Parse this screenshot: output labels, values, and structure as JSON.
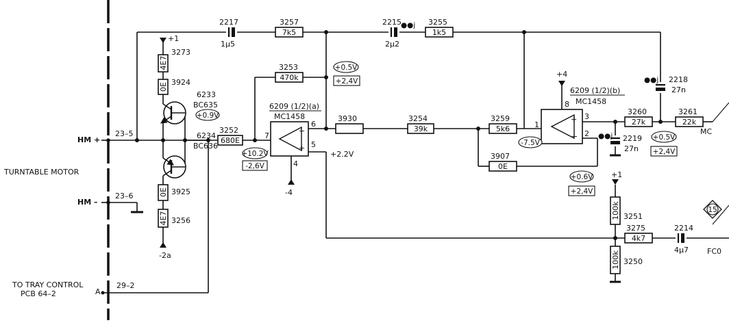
{
  "labels": {
    "c2217": "2217",
    "c2217_val": "1µ5",
    "r3257": "3257",
    "r3257_val": "7k5",
    "c2215": "2215",
    "c2215_mark": "●●j",
    "c2215_val": "2µ2",
    "r3255": "3255",
    "r3255_val": "1k5",
    "r3273": "3273",
    "r3273_val": "4E7",
    "plus1_top": "+1",
    "r3924": "3924",
    "r3924_val": "0E",
    "q6233": "6233",
    "q6233_type": "BC635",
    "q6234": "6234",
    "q6234_type": "BC636",
    "v_q_emitter": "+0.9V",
    "r3253": "3253",
    "r3253_val": "470k",
    "v_05_a": "+0.5V",
    "v_24_a": "+2,4V",
    "ic_a_ref": "6209 (1/2)(a)",
    "ic_a_type": "MC1458",
    "pin7": "7",
    "pin6": "6",
    "pin5": "5",
    "pin4": "4",
    "v_102": "+10.2V",
    "v_26": "-2,6V",
    "minus4": "-4",
    "v_22": "+2.2V",
    "r3252": "3252",
    "r3252_val": "680E",
    "r3930": "3930",
    "r3254": "3254",
    "r3254_val": "39k",
    "r3259": "3259",
    "r3259_val": "5k6",
    "v_75": "-7.5V",
    "r3907": "3907",
    "r3907_val": "0E",
    "plus4": "+4",
    "ic_b_ref": "6209 (1/2)(b)",
    "ic_b_type": "MC1458",
    "pin8": "8",
    "pin1": "1",
    "pin3": "3",
    "pin2": "2",
    "v_06": "+0.6V",
    "v_24_b": "+2,4V",
    "c2218": "2218",
    "c2218_mark": "●●j",
    "c2218_val": "27n",
    "r3260": "3260",
    "r3260_val": "27k",
    "c2219": "2219",
    "c2219_mark": "●●j",
    "c2219_val": "27n",
    "r3261": "3261",
    "r3261_val": "22k",
    "v_05_b": "+0.5V",
    "v_24_c": "+2,4V",
    "mc_out": "MC",
    "plus1_bot": "+1",
    "r3251": "3251",
    "r3251_val": "100k",
    "r3250": "3250",
    "r3250_val": "100k",
    "r3275": "3275",
    "r3275_val": "4k7",
    "c2214": "2214",
    "c2214_val": "4µ7",
    "fco": "FC0",
    "marker15": "15",
    "r3925": "3925",
    "r3925_val": "0E",
    "r3256": "3256",
    "r3256_val": "4E7",
    "minus2a": "-2a",
    "hm_plus": "HM +",
    "hm_minus": "HM –",
    "pin_23_5": "23–5",
    "pin_23_6": "23–6",
    "pin_29_2": "29–2",
    "turntable_motor": "TURNTABLE MOTOR",
    "tray_control_1": "TO TRAY CONTROL",
    "tray_control_2": "PCB 64–2",
    "conn_a": "A"
  }
}
